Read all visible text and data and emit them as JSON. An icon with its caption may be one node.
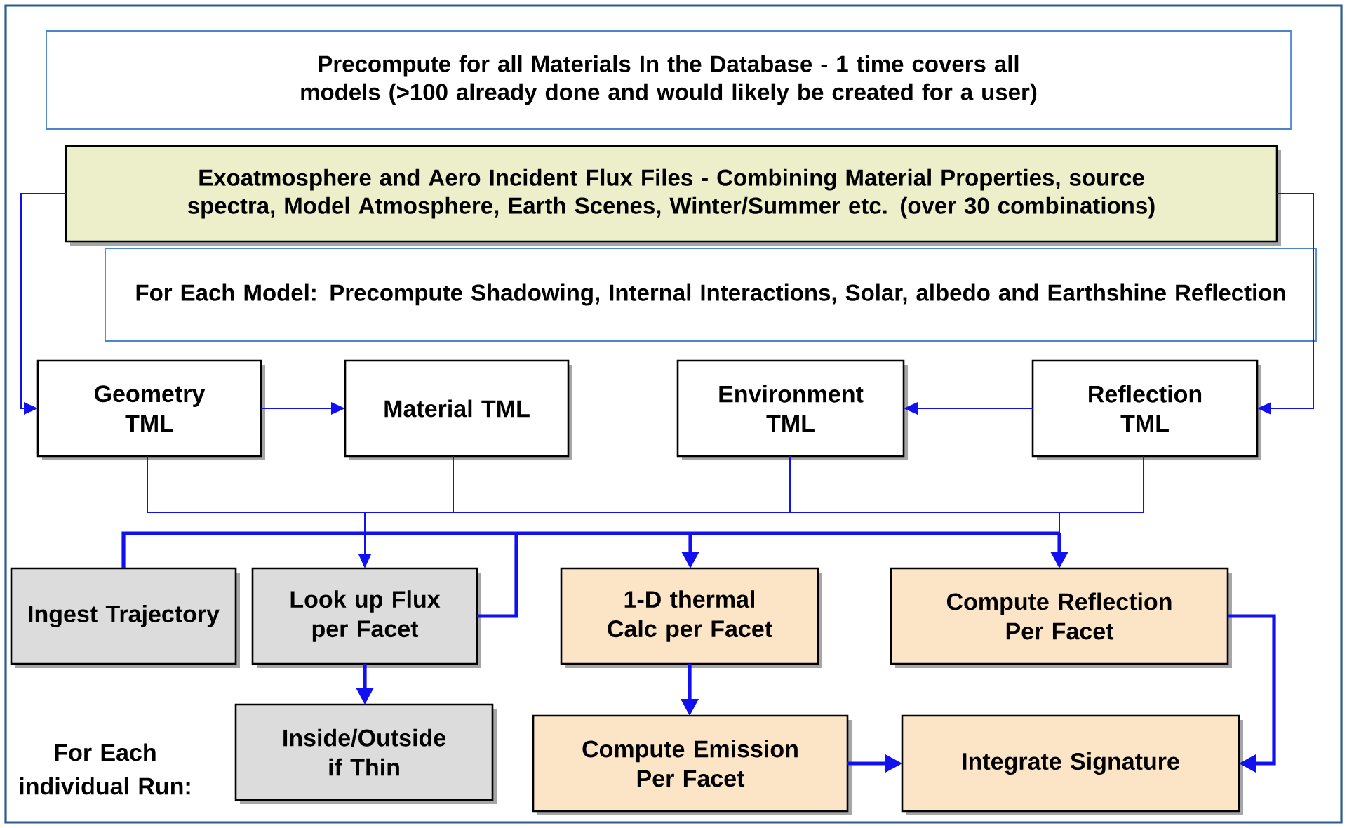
{
  "diagram": {
    "nodes": [
      {
        "text": [
          "Precompute for all Materials In the Database - 1 time covers all models (>100 already done and would likely be created for a user)"
        ]
      },
      {
        "text": [
          "Exoatmosphere and Aero Incident Flux Files - Combining Material Properties, source spectra, Model Atmosphere, Earth Scenes, Winter/Summer etc. (over 30 combinations)"
        ]
      },
      {
        "text": [
          "For Each Model: Precompute Shadowing, Internal Interactions, Solar, albedo and Earthshine Reflection"
        ]
      },
      {
        "text": [
          "Geometry TML"
        ]
      },
      {
        "text": [
          "Material TML"
        ]
      },
      {
        "text": [
          "Environment TML"
        ]
      },
      {
        "text": [
          "Reflection TML"
        ]
      },
      {
        "text": [
          "Ingest Trajectory"
        ]
      },
      {
        "text": [
          "Look up Flux per Facet"
        ]
      },
      {
        "text": [
          "1-D thermal Calc per Facet"
        ]
      },
      {
        "text": [
          "Compute Reflection Per Facet"
        ]
      },
      {
        "text": [
          "Inside/Outside if Thin"
        ]
      },
      {
        "text": [
          "Compute Emission Per Facet"
        ]
      },
      {
        "text": [
          "Integrate Signature"
        ]
      }
    ],
    "edges": [
      {
        "from": 1,
        "to": 3,
        "arrow": "to"
      },
      {
        "from": 1,
        "to": 6,
        "arrow": "to"
      },
      {
        "from": 3,
        "to": 4,
        "arrow": "to"
      },
      {
        "from": 6,
        "to": 5,
        "arrow": "to"
      },
      {
        "from": 3,
        "to": 8,
        "arrow": "to"
      },
      {
        "from": 4,
        "to": 8,
        "arrow": "to"
      },
      {
        "from": 5,
        "to": 8,
        "arrow": "to"
      },
      {
        "from": 6,
        "to": 8,
        "arrow": "to"
      },
      {
        "from": 3,
        "to": 10,
        "arrow": "to"
      },
      {
        "from": 4,
        "to": 10,
        "arrow": "to"
      },
      {
        "from": 5,
        "to": 10,
        "arrow": "to"
      },
      {
        "from": 6,
        "to": 10,
        "arrow": "to"
      },
      {
        "from": 7,
        "to": 9,
        "arrow": "to",
        "style": "thick"
      },
      {
        "from": 7,
        "to": 10,
        "arrow": "to",
        "style": "thick"
      },
      {
        "from": 8,
        "to": 9,
        "arrow": "to",
        "style": "thick"
      },
      {
        "from": 8,
        "to": 10,
        "arrow": "to",
        "style": "thick"
      },
      {
        "from": 8,
        "to": 11,
        "arrow": "to",
        "style": "thick"
      },
      {
        "from": 9,
        "to": 12,
        "arrow": "to",
        "style": "thick"
      },
      {
        "from": 12,
        "to": 13,
        "arrow": "to",
        "style": "thick"
      },
      {
        "from": 10,
        "to": 13,
        "arrow": "to",
        "style": "thick"
      }
    ],
    "labels": [
      "For Each individual Run:"
    ]
  }
}
